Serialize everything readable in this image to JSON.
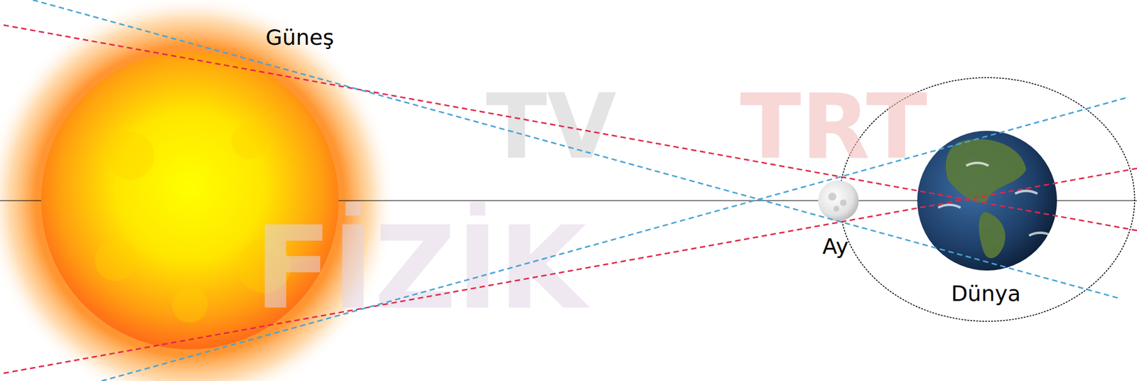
{
  "diagram": {
    "nodes": [
      {
        "text": [
          "Güneş"
        ]
      },
      {
        "text": [
          "Ay"
        ]
      },
      {
        "text": [
          "Dünya"
        ]
      }
    ],
    "labels": [
      "TV",
      "TRT",
      "FİZİK"
    ]
  }
}
